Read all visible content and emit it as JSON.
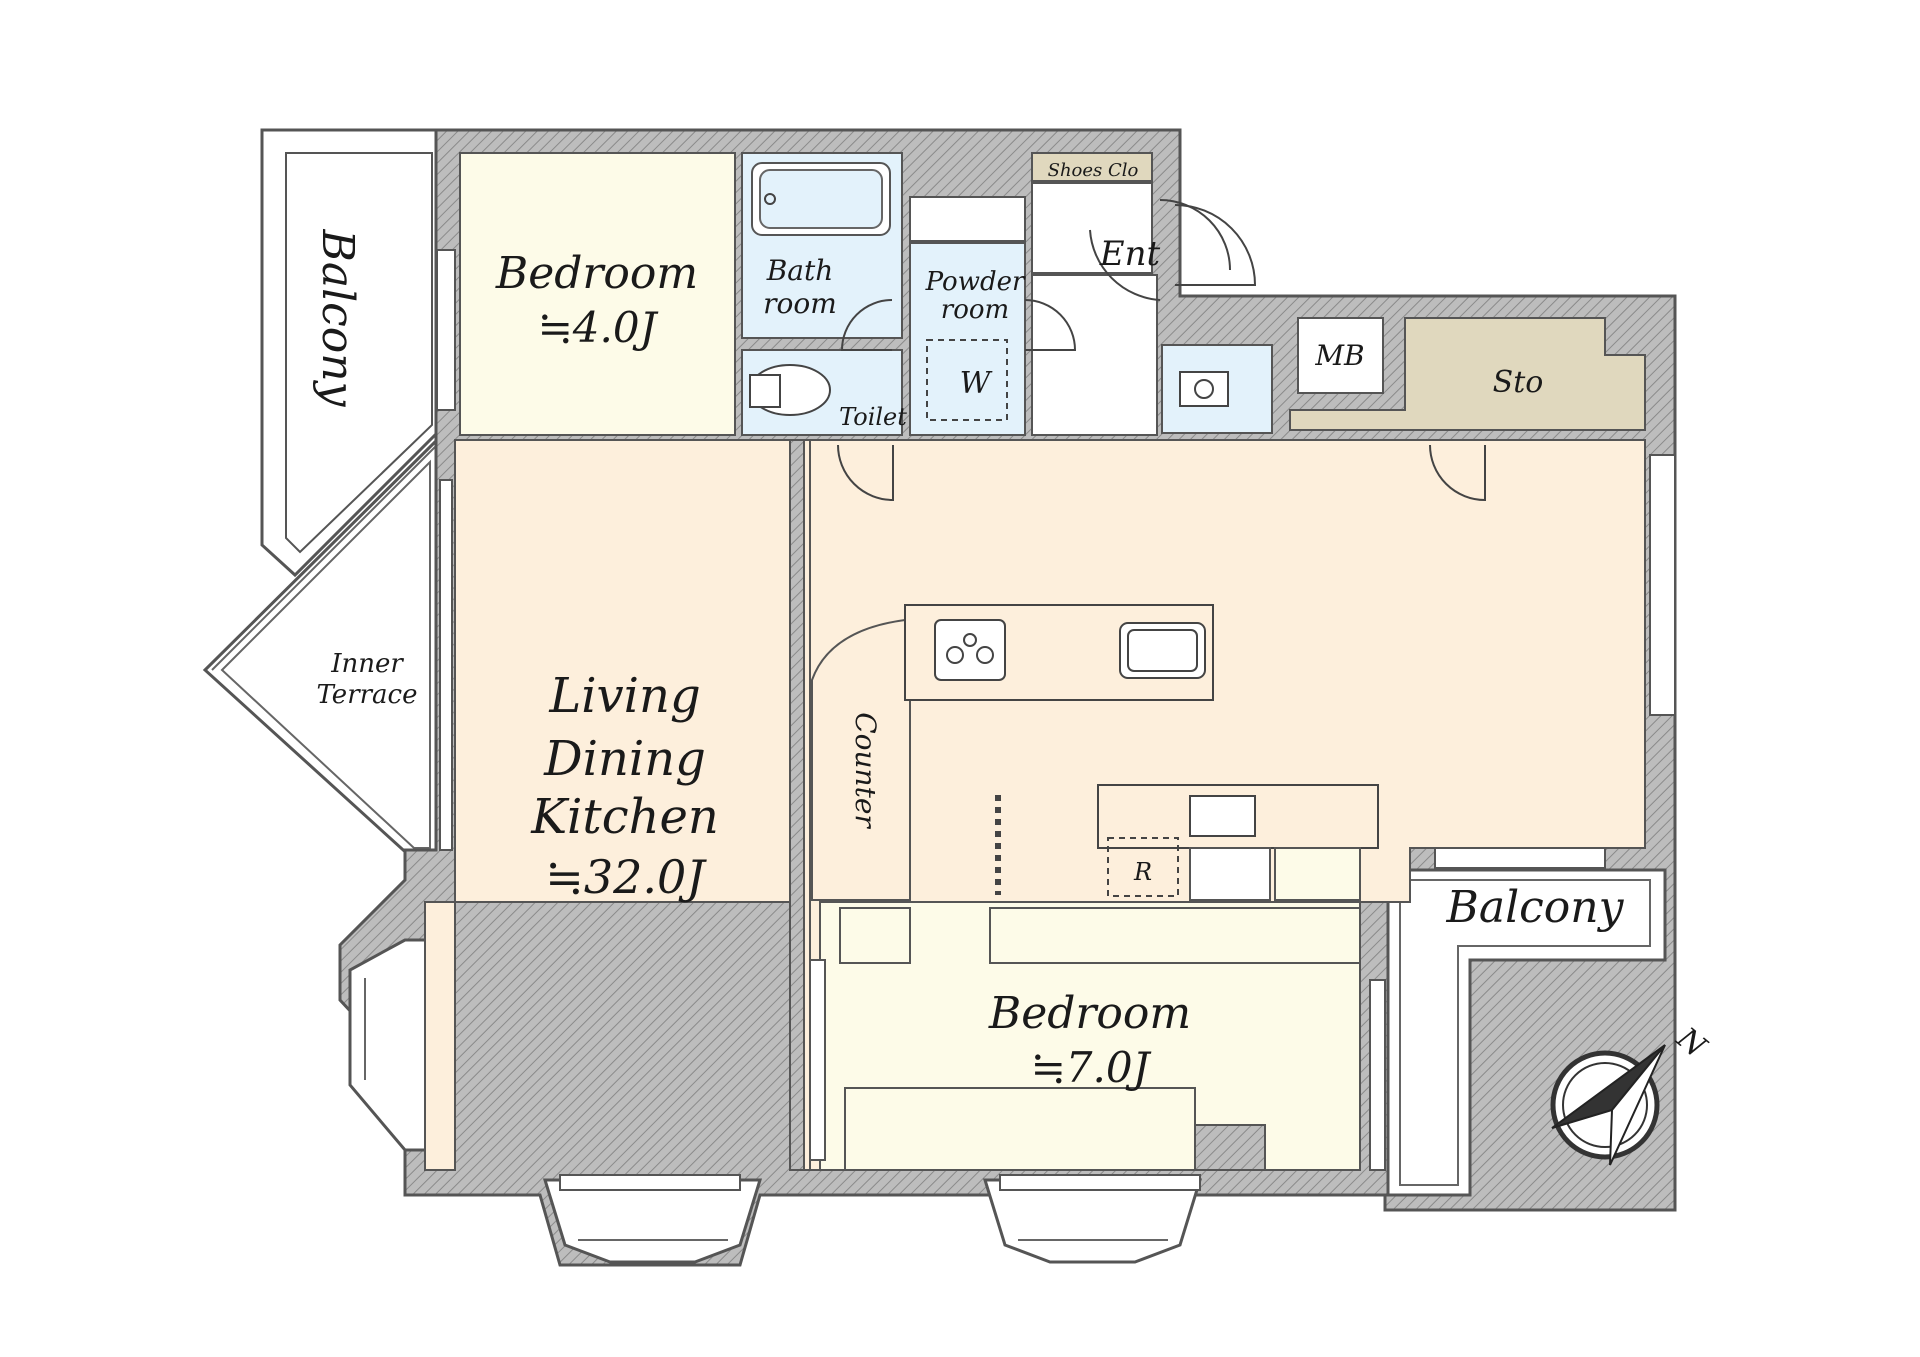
{
  "rooms": {
    "bedroom_small": {
      "name": "Bedroom",
      "size": "≒4.0J"
    },
    "ldk": {
      "line1": "Living",
      "line2": "Dining",
      "line3": "Kitchen",
      "size": "≒32.0J"
    },
    "bedroom_large": {
      "name": "Bedroom",
      "size": "≒7.0J"
    },
    "bath": {
      "line1": "Bath",
      "line2": "room"
    },
    "powder": {
      "line1": "Powder",
      "line2": "room"
    },
    "toilet": "Toilet",
    "washer": "W",
    "shoes": "Shoes Clo",
    "entrance": "Ent",
    "mb": "MB",
    "storage": "Sto",
    "counter": "Counter",
    "fridge": "R",
    "inner_terrace": {
      "line1": "Inner",
      "line2": "Terrace"
    },
    "balcony_left": "Balcony",
    "balcony_right": "Balcony"
  },
  "compass": {
    "north": "N"
  },
  "colors": {
    "ldk": "#fdefdc",
    "bedroom": "#fdfbe8",
    "wet": "#e3f2fb",
    "storage": "#e0d8be",
    "wall": "#b9b9b9"
  }
}
